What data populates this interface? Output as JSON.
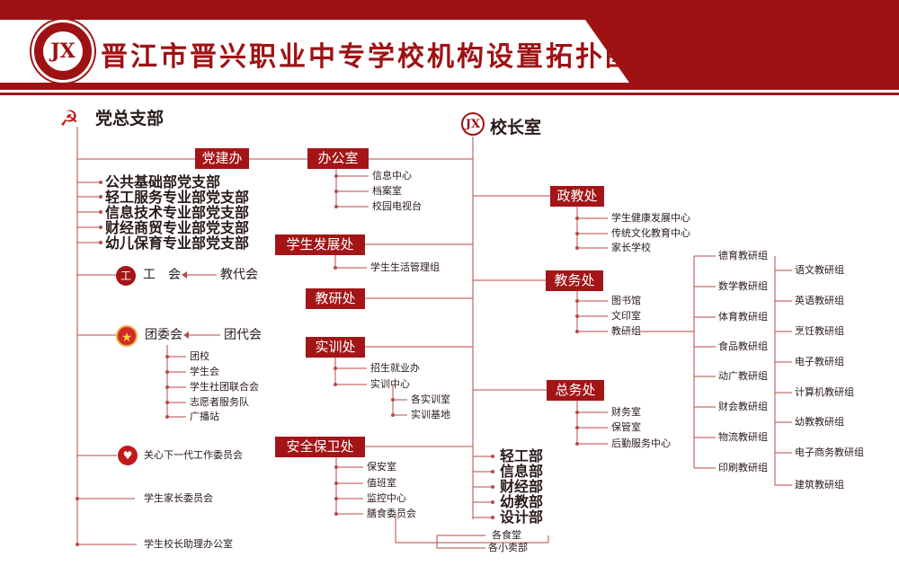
{
  "title": "晋江市晋兴职业中专学校机构设置拓扑图",
  "colors": {
    "brand": "#9e1214",
    "box": "#a31517",
    "line": "#b84a4a"
  },
  "party": {
    "root": "党总支部",
    "office": "党建办",
    "branches": [
      "公共基础部党支部",
      "轻工服务专业部党支部",
      "信息技术专业部党支部",
      "财经商贸专业部党支部",
      "幼儿保育专业部党支部"
    ],
    "union": {
      "label": "工　会",
      "sub": "教代会"
    },
    "youth": {
      "label": "团委会",
      "sub": "团代会",
      "items": [
        "团校",
        "学生会",
        "学生社团联合会",
        "志愿者服务队",
        "广播站"
      ]
    },
    "care": "关心下一代工作委员会",
    "parents": "学生家长委员会",
    "assistant": "学生校长助理办公室"
  },
  "principal": "校长室",
  "left_depts": {
    "office": {
      "label": "办公室",
      "items": [
        "信息中心",
        "档案室",
        "校园电视台"
      ]
    },
    "student_dev": {
      "label": "学生发展处",
      "items": [
        "学生生活管理组"
      ]
    },
    "research": {
      "label": "教研处"
    },
    "training": {
      "label": "实训处",
      "items": [
        "招生就业办",
        "实训中心"
      ],
      "sub": [
        "各实训室",
        "实训基地"
      ]
    },
    "security": {
      "label": "安全保卫处",
      "items": [
        "保安室",
        "值班室",
        "监控中心",
        "膳食委员会"
      ]
    }
  },
  "right_depts": {
    "politics": {
      "label": "政教处",
      "items": [
        "学生健康发展中心",
        "传统文化教育中心",
        "家长学校"
      ]
    },
    "academic": {
      "label": "教务处",
      "items": [
        "图书馆",
        "文印室",
        "教研组"
      ]
    },
    "general": {
      "label": "总务处",
      "items": [
        "财务室",
        "保管室",
        "后勤服务中心"
      ]
    }
  },
  "departments": [
    "轻工部",
    "信息部",
    "财经部",
    "幼教部",
    "设计部"
  ],
  "canteen": [
    "各食堂",
    "各小卖部"
  ],
  "groups_left": [
    "德育教研组",
    "数学教研组",
    "体育教研组",
    "食品教研组",
    "动广教研组",
    "财会教研组",
    "物流教研组",
    "印刷教研组"
  ],
  "groups_right": [
    "语文教研组",
    "英语教研组",
    "烹饪教研组",
    "电子教研组",
    "计算机教研组",
    "幼教教研组",
    "电子商务教研组",
    "建筑教研组"
  ]
}
